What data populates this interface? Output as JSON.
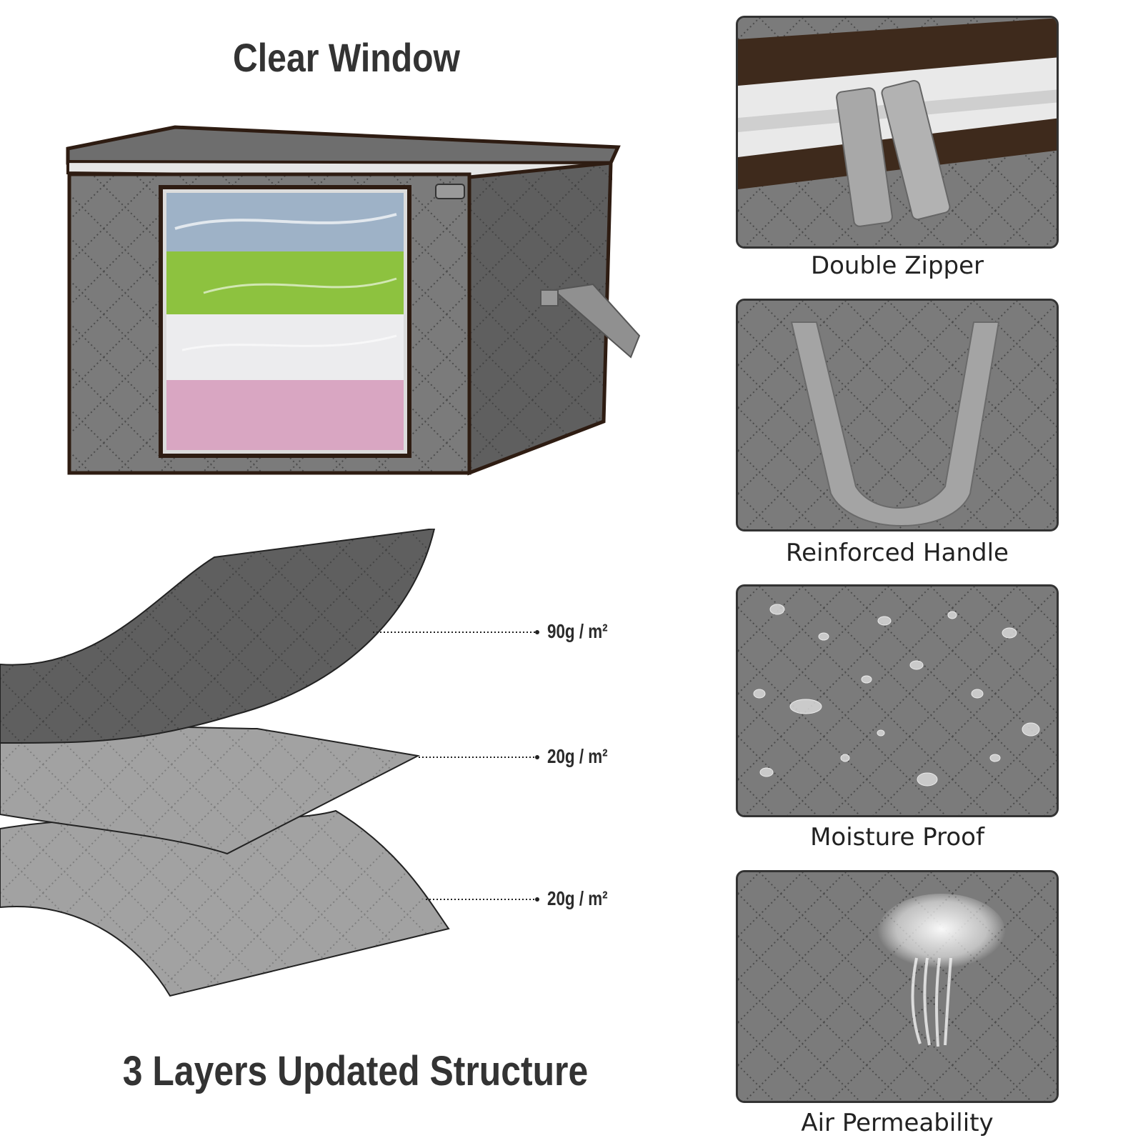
{
  "headings": {
    "clear_window": "Clear Window",
    "layers": "3 Layers Updated Structure"
  },
  "layer_weights": [
    "90g / m²",
    "20g / m²",
    "20g / m²"
  ],
  "features": [
    {
      "label": "Double Zipper",
      "icon": "zipper-icon"
    },
    {
      "label": "Reinforced Handle",
      "icon": "handle-icon"
    },
    {
      "label": "Moisture Proof",
      "icon": "water-drops-icon"
    },
    {
      "label": "Air Permeability",
      "icon": "airflow-icon"
    }
  ],
  "colors": {
    "fabric_gray": "#7b7b7b",
    "trim_brown": "#3a2418",
    "heading_text": "#333333"
  }
}
